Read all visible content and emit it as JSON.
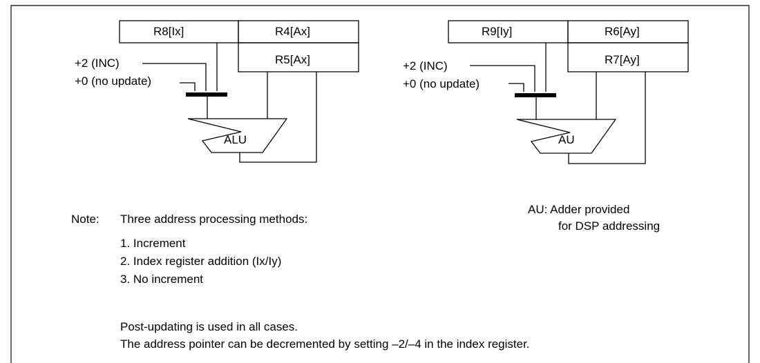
{
  "diagram": {
    "left_unit": {
      "index_register": "R8[Ix]",
      "pointer_a": "R4[Ax]",
      "pointer_b": "R5[Ax]",
      "inc_label": "+2 (INC)",
      "no_update_label": "+0 (no update)",
      "adder_label": "ALU"
    },
    "right_unit": {
      "index_register": "R9[Iy]",
      "pointer_a": "R6[Ay]",
      "pointer_b": "R7[Ay]",
      "inc_label": "+2 (INC)",
      "no_update_label": "+0 (no update)",
      "adder_label": "AU"
    },
    "au_note": {
      "line1": "AU: Adder provided",
      "line2": "for DSP addressing"
    },
    "note": {
      "prefix": "Note:",
      "heading": "Three address processing methods:",
      "items": [
        "1. Increment",
        "2. Index register addition (Ix/Iy)",
        "3. No increment"
      ],
      "footer_line1": "Post-updating is used in all cases.",
      "footer_line2": "The address pointer can be decremented by setting –2/–4 in the index register."
    }
  }
}
